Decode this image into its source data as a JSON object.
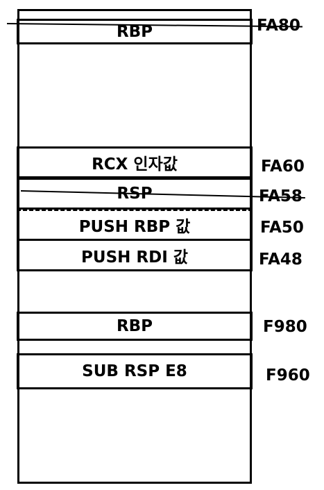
{
  "stack": {
    "cells": [
      {
        "label": "RBP"
      },
      {
        "label": "RCX 인자값"
      },
      {
        "label": "RSP"
      },
      {
        "label": "PUSH RBP 값"
      },
      {
        "label": "PUSH RDI 값"
      },
      {
        "label": "RBP"
      },
      {
        "label": "SUB RSP E8"
      }
    ],
    "addresses": [
      "FA80",
      "FA60",
      "FA58",
      "FA50",
      "FA48",
      "F980",
      "F960"
    ]
  }
}
